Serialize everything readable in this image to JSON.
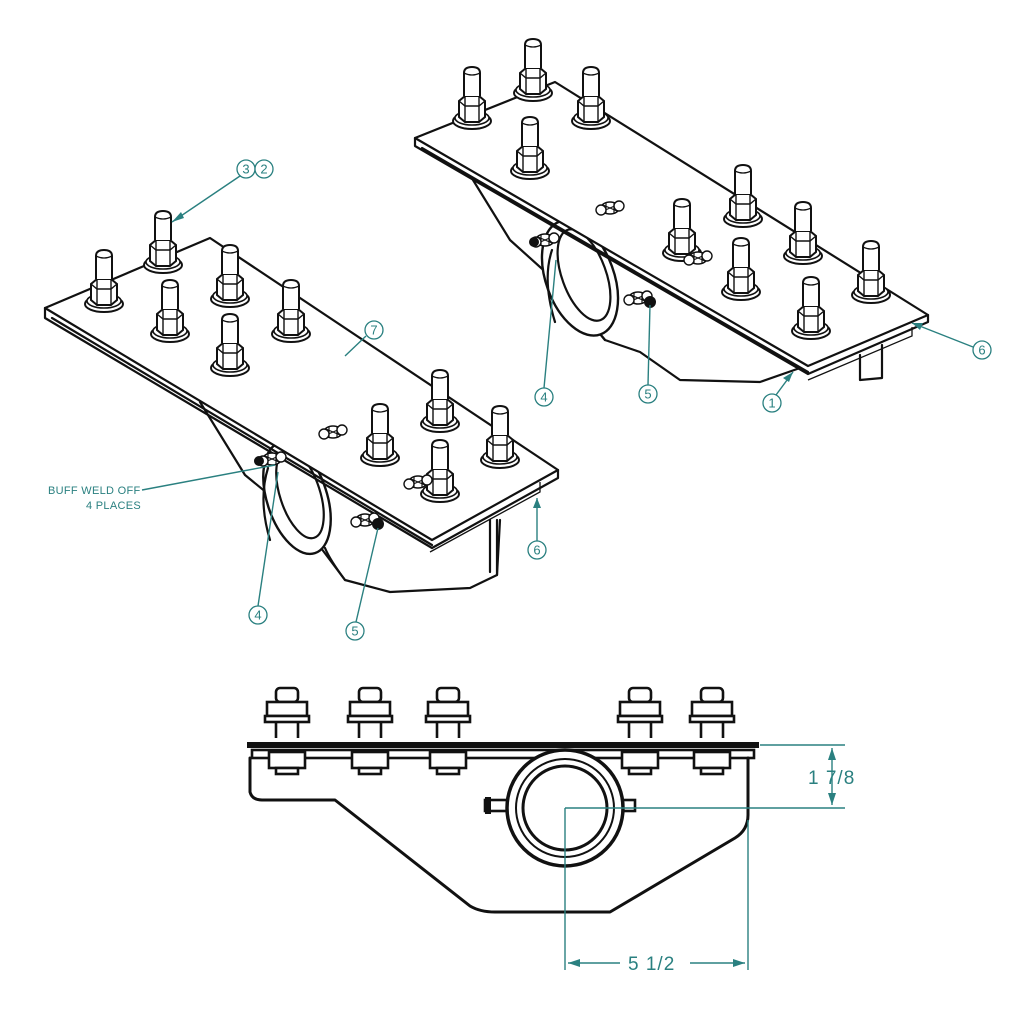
{
  "balloons": {
    "iso_left": {
      "b3": "3",
      "b2": "2",
      "b7": "7",
      "b4": "4",
      "b5": "5",
      "b6": "6"
    },
    "iso_right": {
      "b4": "4",
      "b5": "5",
      "b1": "1",
      "b6": "6"
    }
  },
  "notes": {
    "weld_line1": "BUFF WELD OFF",
    "weld_line2": "4 PLACES"
  },
  "dimensions": {
    "height": "1 7/8",
    "width": "5 1/2"
  },
  "colors": {
    "annotation": "#2a8080",
    "linework": "#111111"
  }
}
